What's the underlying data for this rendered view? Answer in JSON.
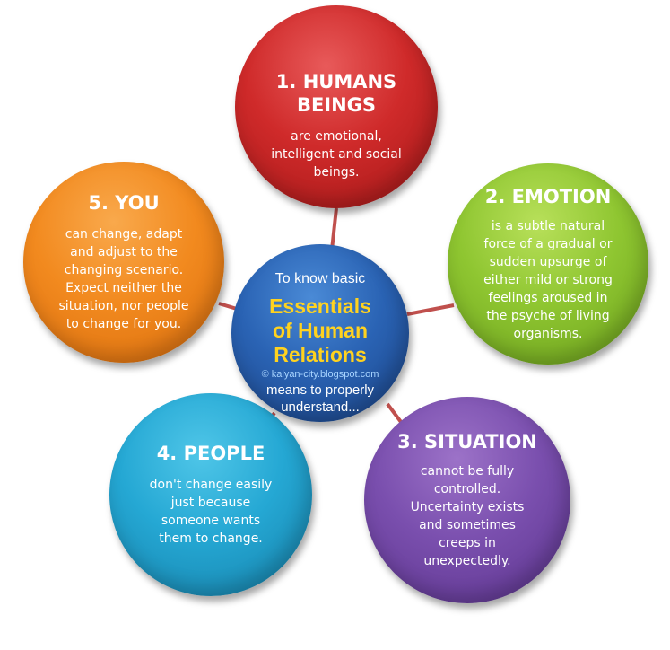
{
  "center": {
    "intro": "To know basic",
    "heading_line1": "Essentials",
    "heading_line2": "of Human",
    "heading_line3": "Relations",
    "watermark": "© kalyan-city.blogspot.com",
    "outro_line1": "means to properly",
    "outro_line2": "understand..."
  },
  "nodes": [
    {
      "title_line1": "1. HUMANS",
      "title_line2": "BEINGS",
      "desc": [
        "are emotional,",
        "intelligent and social",
        "beings."
      ],
      "color": "#cf2a2a"
    },
    {
      "title_line1": "2. EMOTION",
      "desc": [
        "is a subtle natural",
        "force of a gradual or",
        "sudden upsurge of",
        "either mild or strong",
        "feelings aroused in",
        "the psyche of living",
        "organisms."
      ],
      "color": "#8fc631"
    },
    {
      "title_line1": "3. SITUATION",
      "desc": [
        "cannot be fully",
        "controlled.",
        "Uncertainty exists",
        "and sometimes",
        "creeps in",
        "unexpectedly."
      ],
      "color": "#7a4fae"
    },
    {
      "title_line1": "4. PEOPLE",
      "desc": [
        "don't change easily",
        "just because",
        "someone wants",
        "them to change."
      ],
      "color": "#25a8d4"
    },
    {
      "title_line1": "5. YOU",
      "desc": [
        "can change, adapt",
        "and adjust to the",
        "changing scenario.",
        "Expect neither the",
        "situation, nor people",
        "to change for you."
      ],
      "color": "#f28a1f"
    }
  ],
  "connector_color": "#c0504d",
  "heading_color": "#ffd21f"
}
